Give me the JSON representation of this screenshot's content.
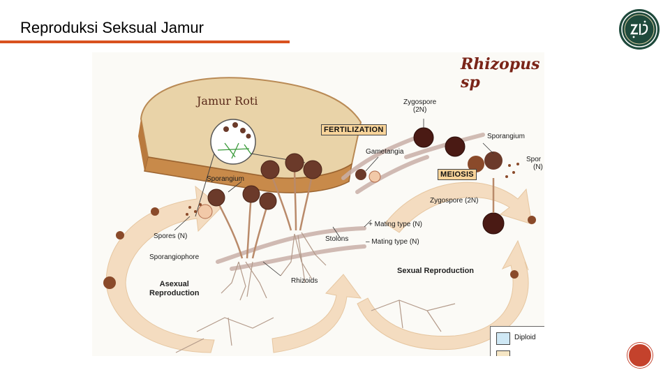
{
  "slide": {
    "title": "Reproduksi Seksual Jamur"
  },
  "figure": {
    "species": "Rhizopus sp",
    "bread_label": "Jamur Roti",
    "labels": {
      "sporangium_left": "Sporangium",
      "spores": "Spores (N)",
      "sporangiophore": "Sporangiophore",
      "rhizoids": "Rhizoids",
      "stolons": "Stolons",
      "mating_plus": "+ Mating type (N)",
      "mating_minus": "– Mating type (N)",
      "gametangia": "Gametangia",
      "zygospore_top_1": "Zygospore",
      "zygospore_top_2": "(2N)",
      "zygospore_mid": "Zygospore (2N)",
      "sporangium_right": "Sporangium",
      "spores_right_1": "Spor",
      "spores_right_2": "(N)"
    },
    "process_boxes": {
      "fertilization": "FERTILIZATION",
      "meiosis": "MEIOSIS"
    },
    "sections": {
      "asexual_1": "Asexual",
      "asexual_2": "Reproduction",
      "sexual": "Sexual Reproduction"
    },
    "legend": {
      "diploid": "Diploid"
    }
  },
  "colors": {
    "accent_rule": "#d9521f",
    "logo_green": "#1f4a3c",
    "box_fill": "#f8d49a"
  }
}
